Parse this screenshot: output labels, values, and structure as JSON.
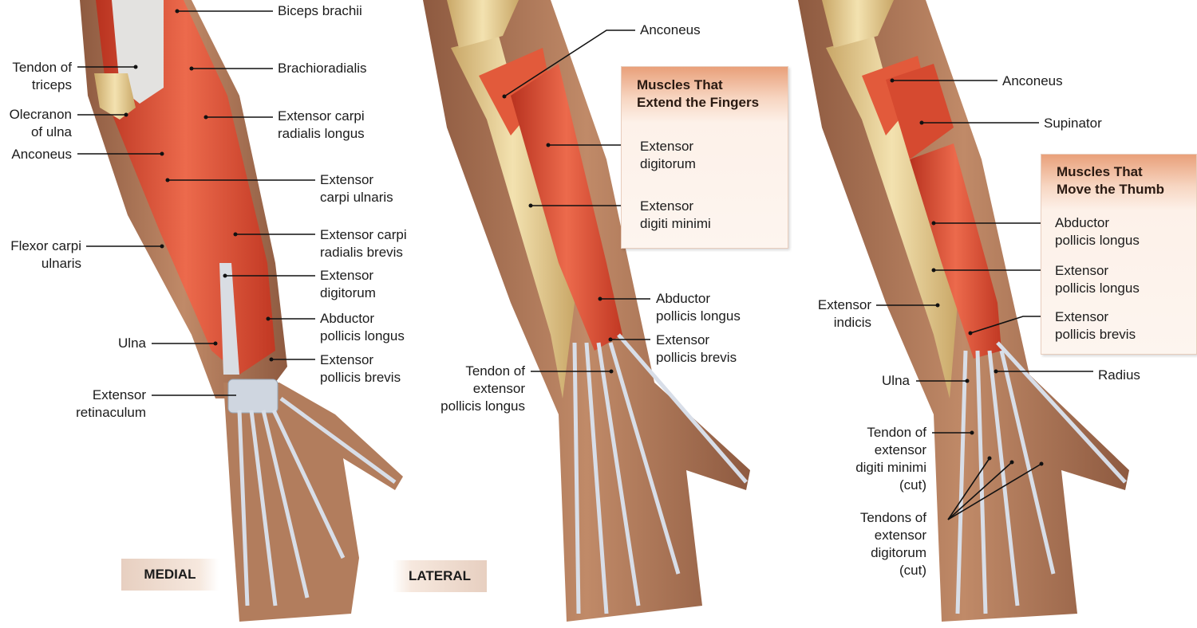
{
  "panels": {
    "medial": {
      "tag": "MEDIAL",
      "labels": {
        "biceps": "Biceps brachii",
        "brachioradialis": "Brachioradialis",
        "ecrl": "Extensor carpi\nradialis longus",
        "tendon_triceps": "Tendon of\ntriceps",
        "olecranon": "Olecranon\nof ulna",
        "anconeus": "Anconeus",
        "ecu": "Extensor\ncarpi ulnaris",
        "fcu": "Flexor carpi\nulnaris",
        "ecrb": "Extensor carpi\nradialis brevis",
        "ed": "Extensor\ndigitorum",
        "apl": "Abductor\npollicis longus",
        "ulna": "Ulna",
        "epb": "Extensor\npollicis brevis",
        "retinaculum": "Extensor\nretinaculum"
      }
    },
    "lateral": {
      "tag": "LATERAL",
      "box_title": "Muscles That\nExtend the Fingers",
      "labels": {
        "anconeus": "Anconeus",
        "ed": "Extensor\ndigitorum",
        "edm": "Extensor\ndigiti minimi",
        "apl": "Abductor\npollicis longus",
        "epb": "Extensor\npollicis brevis",
        "epl_tendon": "Tendon of\nextensor\npollicis longus"
      }
    },
    "deep": {
      "box_title": "Muscles That\nMove the Thumb",
      "labels": {
        "anconeus": "Anconeus",
        "supinator": "Supinator",
        "apl": "Abductor\npollicis longus",
        "epl": "Extensor\npollicis longus",
        "indicis": "Extensor\nindicis",
        "epb": "Extensor\npollicis brevis",
        "ulna": "Ulna",
        "radius": "Radius",
        "edm_tendon": "Tendon of\nextensor\ndigiti minimi\n(cut)",
        "ed_tendons": "Tendons of\nextensor\ndigitorum\n(cut)"
      }
    }
  },
  "colors": {
    "skin": "#b07a5a",
    "muscle": "#d8432c",
    "muscle_light": "#ee7a5c",
    "bone": "#e8cf8e",
    "tendon": "#c9d2de",
    "leader": "#111111"
  }
}
